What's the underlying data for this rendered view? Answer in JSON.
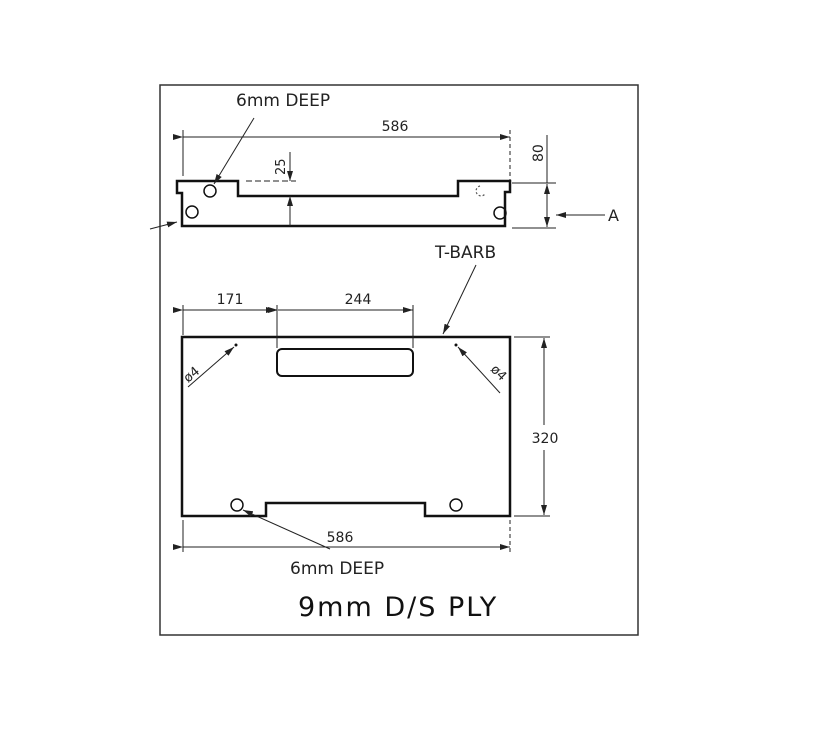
{
  "drawing": {
    "material": "9mm D/S PLY",
    "top_view": {
      "hole_note": "6mm DEEP",
      "width_dim": "586",
      "step_dim": "25",
      "height_dim": "80",
      "section_label": "A",
      "callout": "T-BARB"
    },
    "front_view": {
      "left_offset_dim": "171",
      "slot_width_dim": "244",
      "height_dim": "320",
      "width_dim": "586",
      "hole_dia_left": "ø4",
      "hole_dia_right": "ø4",
      "hole_note": "6mm DEEP"
    }
  }
}
